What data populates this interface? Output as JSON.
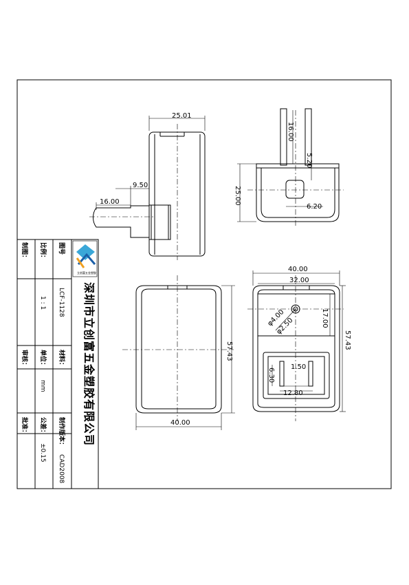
{
  "title_block": {
    "company": "深圳市立创富五金塑胶有限公司",
    "logo_caption": "立创富五金塑胶",
    "drawing_no_label": "图号",
    "drawing_no_value": "LCF-1128",
    "scale_label": "比例：",
    "scale_value": "1 : 1",
    "drafter_label": "制图：",
    "material_label": "材料：",
    "unit_label": "单位：",
    "unit_value": "mm",
    "reviewer_label": "审核：",
    "version_label": "制作版本：",
    "version_value": "CAD2008",
    "tolerance_label": "公差：",
    "tolerance_value": "±0.15",
    "approver_label": "批准："
  },
  "dimensions": {
    "top_width": "25.01",
    "prong_length": "16.00",
    "prong_offset": "9.50",
    "prong_ext": "16.00",
    "end_height": "25.00",
    "end_prong_offset": "5.20",
    "end_socket": "6.20",
    "front_width": "40.00",
    "front_inner_width": "32.00",
    "front_height": "57.43",
    "back_height": "57.43",
    "back_width": "40.00",
    "hole_d1": "φ4.00",
    "hole_d2": "φ2.50",
    "window_height": "17.00",
    "pin_gap": "1.50",
    "pin_height": "6.30",
    "pin_spacing": "12.80"
  },
  "colors": {
    "line": "#000000",
    "background": "#ffffff"
  }
}
